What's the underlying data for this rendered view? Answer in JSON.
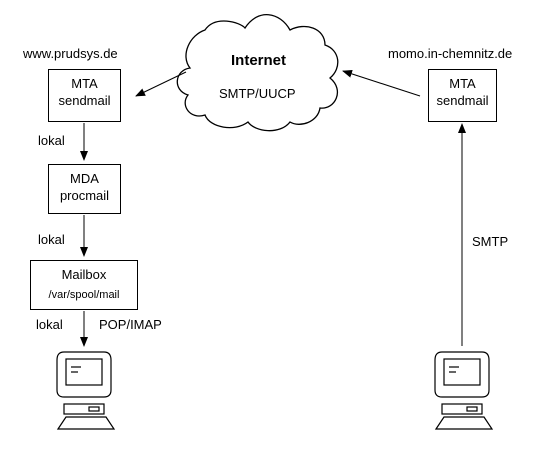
{
  "cloud": {
    "title": "Internet",
    "protocol": "SMTP/UUCP"
  },
  "left_host": {
    "name": "www.prudsys.de"
  },
  "right_host": {
    "name": "momo.in-chemnitz.de"
  },
  "boxes": {
    "mta_left": {
      "line1": "MTA",
      "line2": "sendmail"
    },
    "mda": {
      "line1": "MDA",
      "line2": "procmail"
    },
    "mailbox": {
      "line1": "Mailbox",
      "line2": "/var/spool/mail"
    },
    "mta_right": {
      "line1": "MTA",
      "line2": "sendmail"
    }
  },
  "edge_labels": {
    "lokal_1": "lokal",
    "lokal_2": "lokal",
    "lokal_3": "lokal",
    "pop_imap": "POP/IMAP",
    "smtp": "SMTP"
  },
  "icons": [
    "cloud-icon",
    "computer-terminal-icon",
    "computer-terminal-icon"
  ]
}
